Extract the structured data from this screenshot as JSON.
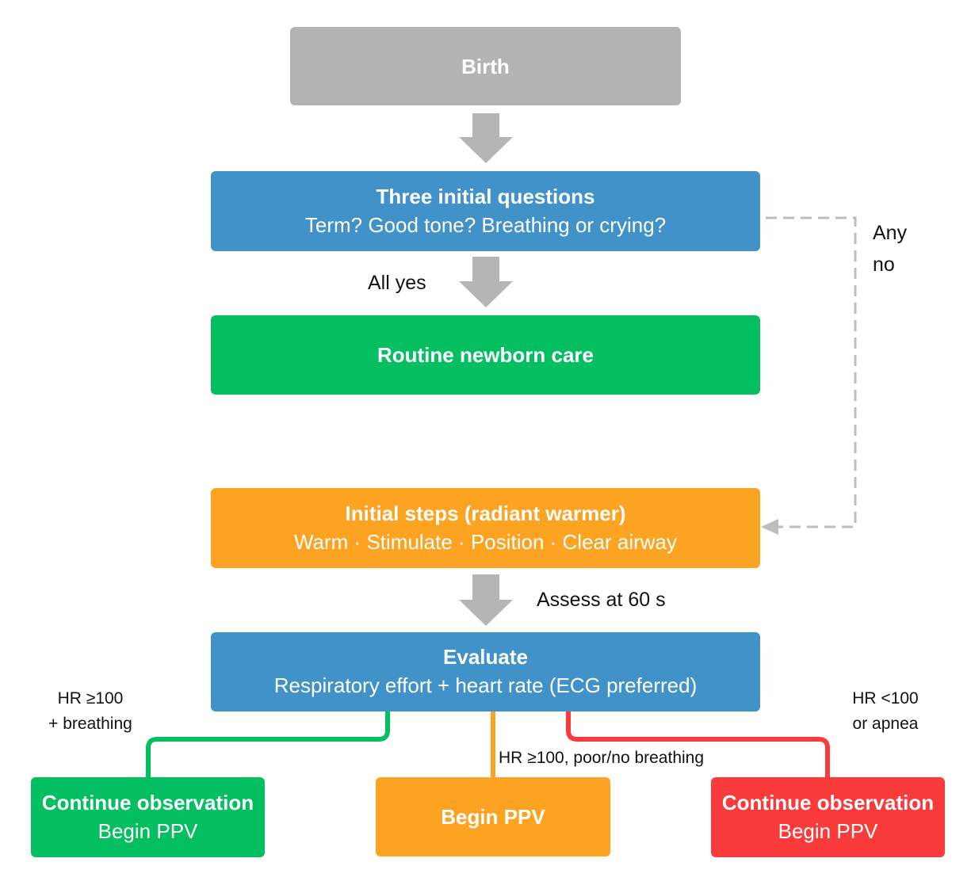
{
  "colors": {
    "gray": "#b3b3b3",
    "blue": "#4192c8",
    "green": "#04bf62",
    "orange": "#fca321",
    "red": "#f93b3b",
    "connector_gray": "#b5b5b5",
    "dashed": "#bdbdbd"
  },
  "nodes": {
    "birth": {
      "title": "Birth"
    },
    "questions": {
      "title": "Three initial questions",
      "subtitle": "Term? Good tone? Breathing or crying?"
    },
    "routine": {
      "title": "Routine newborn care"
    },
    "initial_steps": {
      "title": "Initial steps (radiant warmer)",
      "subtitle": "Warm · Stimulate · Position · Clear airway"
    },
    "evaluate": {
      "title": "Evaluate",
      "subtitle": "Respiratory effort + heart rate (ECG preferred)"
    },
    "left": {
      "title": "Continue observation",
      "subtitle": "Begin PPV"
    },
    "center": {
      "title": "Begin PPV"
    },
    "right": {
      "title": "Continue observation",
      "subtitle": "Begin PPV"
    }
  },
  "edge_labels": {
    "all_yes": "All yes",
    "any_no_line1": "Any",
    "any_no_line2": "no",
    "assess": "Assess at 60 s",
    "left_line1": "HR ≥100",
    "left_line2": "+ breathing",
    "center": "HR ≥100, poor/no breathing",
    "right_line1": "HR <100",
    "right_line2": "or apnea"
  }
}
